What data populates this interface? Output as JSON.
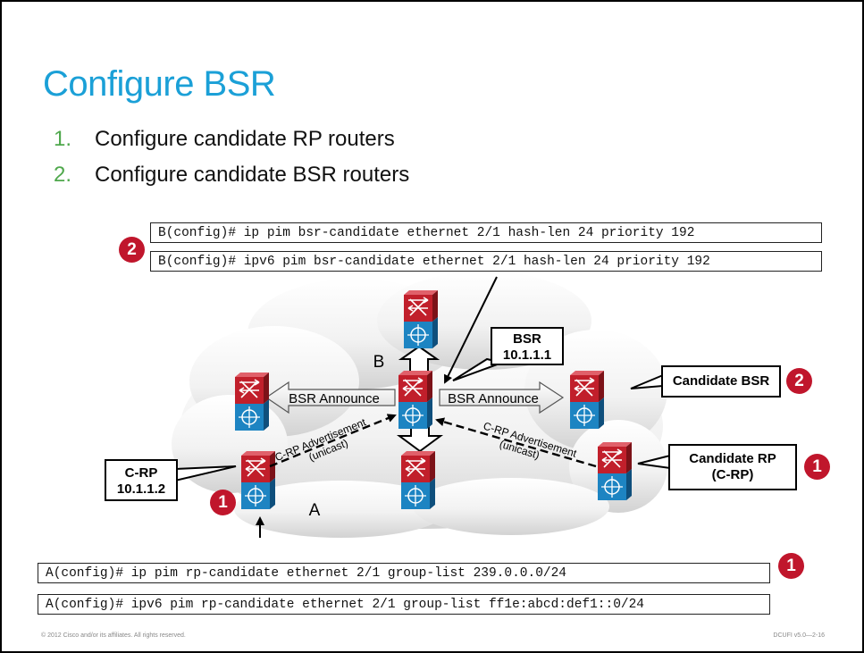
{
  "title": "Configure BSR",
  "bullets": [
    {
      "num": "1.",
      "text": "Configure candidate RP routers"
    },
    {
      "num": "2.",
      "text": "Configure candidate BSR routers"
    }
  ],
  "bsr_commands": [
    "B(config)# ip pim bsr-candidate ethernet 2/1 hash-len 24 priority 192",
    "B(config)# ipv6 pim bsr-candidate ethernet 2/1 hash-len 24 priority 192"
  ],
  "rp_commands": [
    "A(config)# ip pim rp-candidate ethernet 2/1 group-list 239.0.0.0/24",
    "A(config)# ipv6 pim rp-candidate ethernet 2/1 group-list ff1e:abcd:def1::0/24"
  ],
  "badges": {
    "one": "1",
    "two": "2"
  },
  "labels": {
    "router_b": "B",
    "router_a": "A",
    "bsr_announce_left": "BSR Announce",
    "bsr_announce_right": "BSR Announce",
    "crp_adv_left_line1": "C-RP Advertisement",
    "crp_adv_left_line2": "(unicast)",
    "crp_adv_right_line1": "C-RP Advertisement",
    "crp_adv_right_line2": "(unicast)"
  },
  "callouts": {
    "bsr_line1": "BSR",
    "bsr_line2": "10.1.1.1",
    "candidate_bsr": "Candidate BSR",
    "candidate_rp_line1": "Candidate RP",
    "candidate_rp_line2": "(C-RP)",
    "crp_line1": "C-RP",
    "crp_line2": "10.1.1.2"
  },
  "footer": {
    "copyright": "© 2012 Cisco and/or its affiliates. All rights reserved.",
    "course": "DCUFI v5.0—2-16"
  }
}
